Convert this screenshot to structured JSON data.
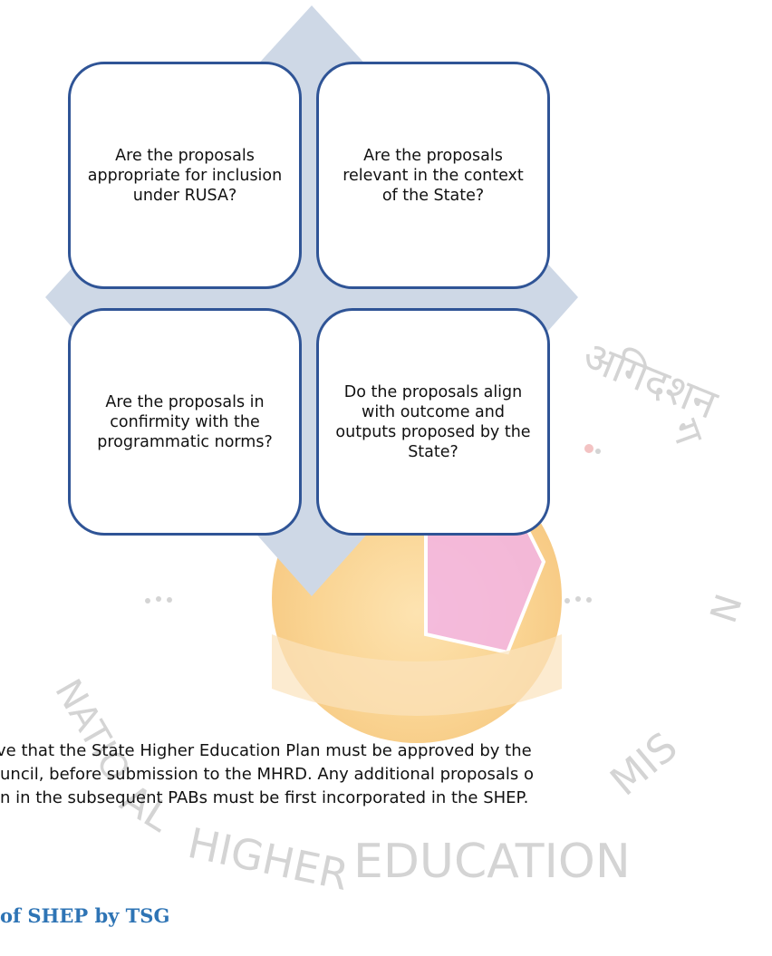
{
  "diagram": {
    "boxes": [
      {
        "text": "Are the proposals appropriate for inclusion under RUSA?"
      },
      {
        "text": "Are the proposals relevant in the context of the State?"
      },
      {
        "text": "Are the proposals in confirmity with the programmatic norms?"
      },
      {
        "text": "Do the proposals align with outcome and outputs proposed by the State?"
      }
    ],
    "diamond_color": "#ced8e6",
    "box_border_color": "#2f5496"
  },
  "paragraph": {
    "line1": "ve that the State Higher Education Plan must be approved by the",
    "line2": "uncil, before submission to the MHRD. Any additional proposals o",
    "line3": "n in the subsequent PABs must be first incorporated in the SHEP."
  },
  "heading": {
    "text": "of SHEP by TSG",
    "color": "#2e74b5"
  },
  "watermark": {
    "seal_text_left": "NATIONAL HIGHER EDUCATION MISSION",
    "seal_text_hindi": "अगिदशन",
    "colors": {
      "emblem": "#f7c98a",
      "pink": "#f0b0e0",
      "text": "#d9d9d9"
    }
  }
}
